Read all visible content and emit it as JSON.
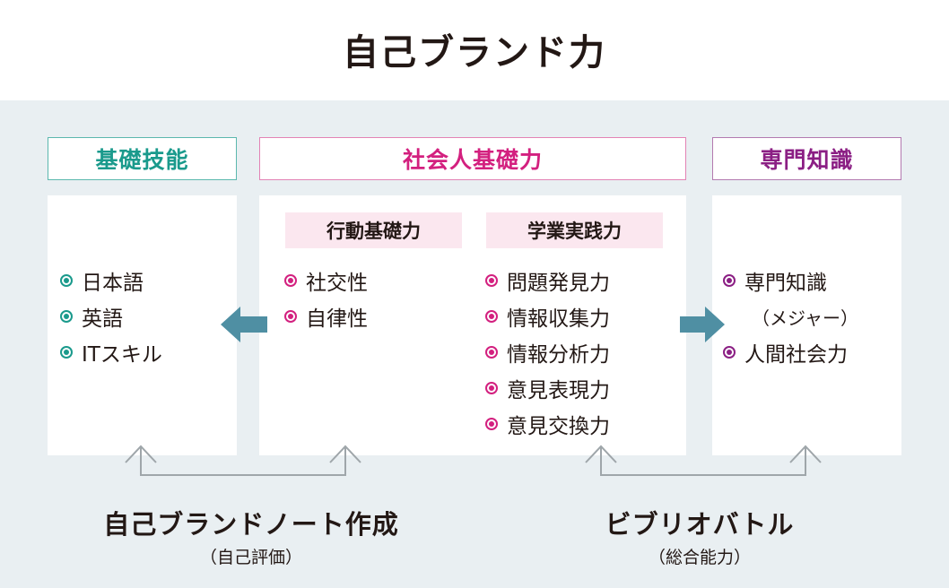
{
  "title": "自己ブランド力",
  "columns": {
    "basic": {
      "header": "基礎技能",
      "items": [
        "日本語",
        "英語",
        "ITスキル"
      ]
    },
    "social": {
      "header": "社会人基礎力",
      "behavior": {
        "title": "行動基礎力",
        "items": [
          "社交性",
          "自律性"
        ]
      },
      "practice": {
        "title": "学業実践力",
        "items": [
          "問題発見力",
          "情報収集力",
          "情報分析力",
          "意見表現力",
          "意見交換力"
        ]
      }
    },
    "expert": {
      "header": "専門知識",
      "items": [
        "専門知識",
        "（メジャー）",
        "人間社会力"
      ]
    }
  },
  "bottom": {
    "left": {
      "label": "自己ブランドノート作成",
      "sub": "（自己評価）"
    },
    "right": {
      "label": "ビブリオバトル",
      "sub": "（総合能力）"
    }
  },
  "colors": {
    "teal": "#1a9a8c",
    "pink": "#d3207f",
    "purple": "#8b1f84",
    "arrow": "#4f8fa3",
    "connector": "#9fa6aa",
    "panel": "#e9eff2"
  }
}
